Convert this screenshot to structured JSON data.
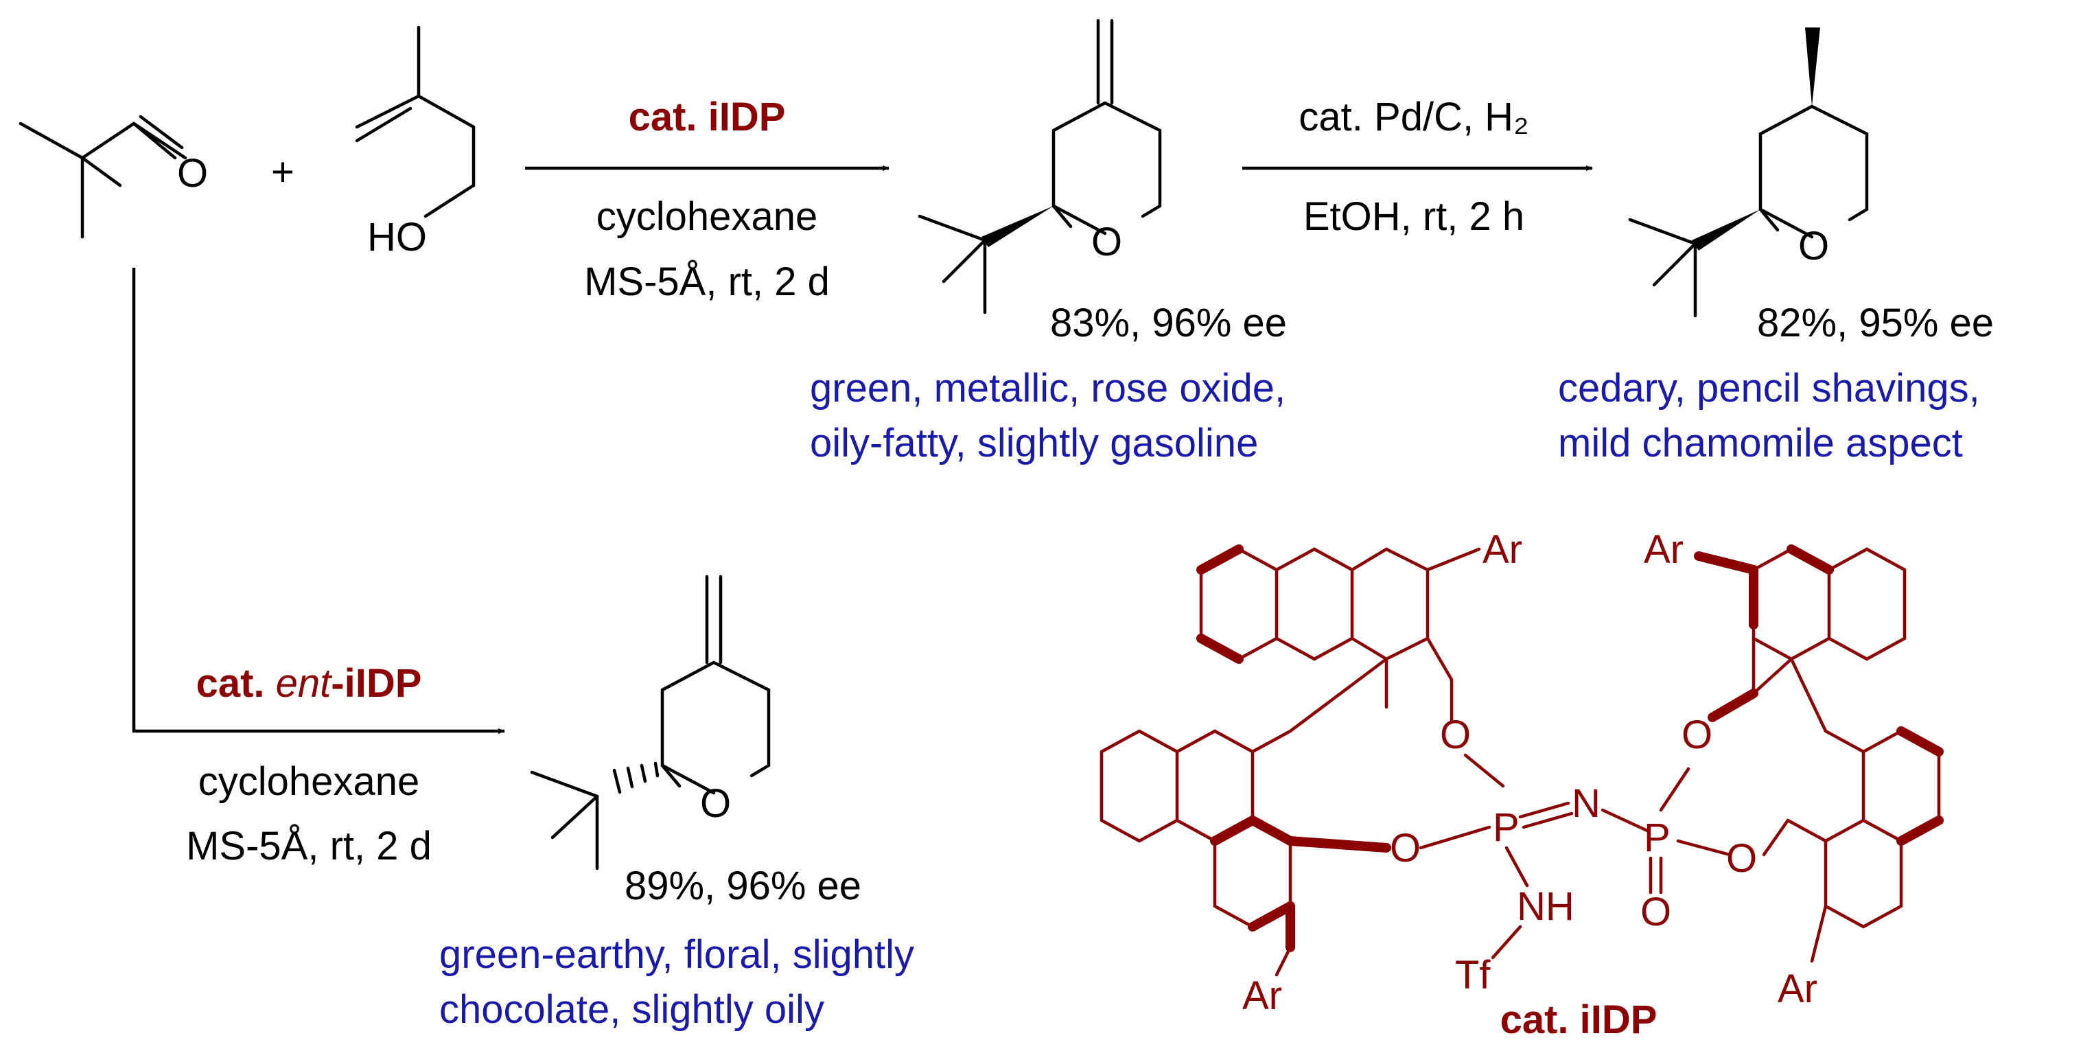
{
  "scheme": {
    "top_arrow_1": {
      "catalyst": "cat. iIDP",
      "line1": "cyclohexane",
      "line2": "MS-5Å, rt, 2 d"
    },
    "top_arrow_2": {
      "line1": "cat. Pd/C, H₂",
      "line2": "EtOH, rt, 2 h"
    },
    "bottom_arrow": {
      "catalyst_prefix": "cat. ",
      "catalyst_ent": "ent",
      "catalyst_suffix": "-iIDP",
      "line1": "cyclohexane",
      "line2": "MS-5Å, rt, 2 d"
    },
    "plus": "+",
    "products": [
      {
        "yield": "83%, 96% ee",
        "odor_line1": "green, metallic, rose oxide,",
        "odor_line2": "oily-fatty, slightly gasoline"
      },
      {
        "yield": "82%, 95% ee",
        "odor_line1": "cedary, pencil shavings,",
        "odor_line2": "mild chamomile aspect"
      },
      {
        "yield": "89%, 96% ee",
        "odor_line1": "green-earthy, floral, slightly",
        "odor_line2": "chocolate, slightly oily"
      }
    ],
    "catalyst_structure": {
      "name": "cat. iIDP"
    },
    "atoms": {
      "O": "O",
      "HO": "HO",
      "Ar": "Ar",
      "P": "P",
      "N": "N",
      "NH": "NH",
      "Tf": "Tf"
    },
    "colors": {
      "catalyst": "#8b0000",
      "odor_text": "#1a1aaa",
      "structure": "#000000"
    }
  }
}
